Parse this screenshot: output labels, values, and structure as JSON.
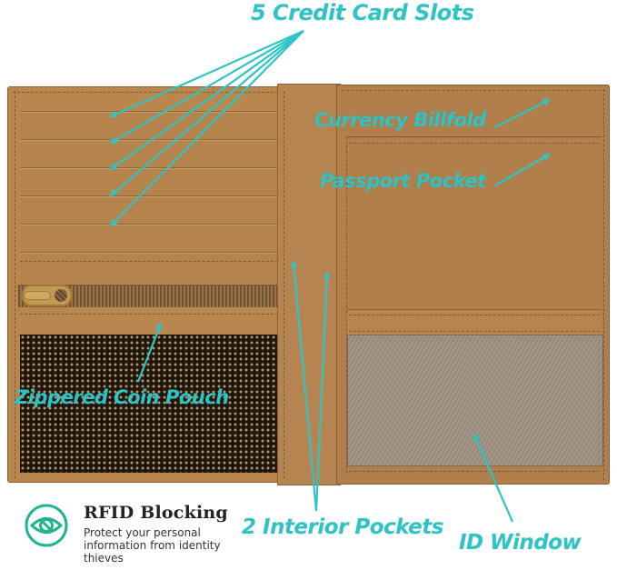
{
  "labels": {
    "credit_card_slots": "5 Credit Card Slots",
    "currency_billfold": "Currency Billfold",
    "passport_pocket": "Passport Pocket",
    "zippered_coin_pouch": "Zippered Coin Pouch",
    "interior_pockets": "2 Interior Pockets",
    "id_window": "ID Window"
  },
  "rfid": {
    "icon": "eye-slash-icon",
    "title": "RFID Blocking",
    "description": "Protect your personal information from identity thieves"
  },
  "colors": {
    "accent_teal": "#2ec4c6",
    "rfid_icon_green": "#1fb58f",
    "leather": "#b9874e",
    "title_text": "#222222"
  }
}
